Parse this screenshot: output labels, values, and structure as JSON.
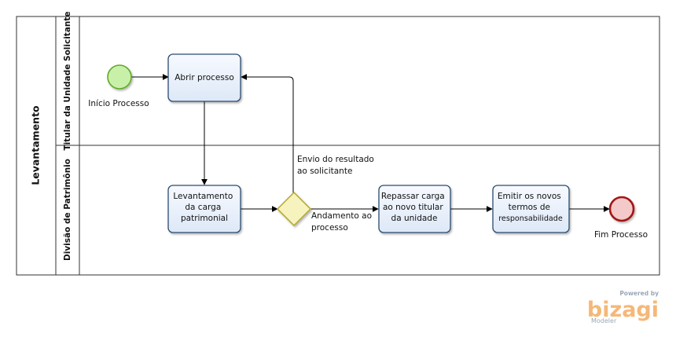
{
  "pool": {
    "label": "Levantamento"
  },
  "lanes": [
    {
      "label": "Titular da Unidade Solicitante"
    },
    {
      "label": "Divisão de Patrimônio"
    }
  ],
  "events": {
    "start": {
      "label": "Início Processo"
    },
    "end": {
      "label": "Fim Processo"
    }
  },
  "tasks": [
    {
      "lines": [
        "Abrir processo"
      ]
    },
    {
      "lines": [
        "Levantamento",
        "da carga",
        "patrimonial"
      ]
    },
    {
      "lines": [
        "Repassar carga",
        "ao novo titular",
        "da unidade"
      ]
    },
    {
      "lines": [
        "Emitir os novos",
        "termos de",
        "responsabilidade"
      ]
    }
  ],
  "gateway": {
    "flow_up": [
      "Envio do resultado",
      "ao solicitante"
    ],
    "flow_right": [
      "Andamento ao",
      "processo"
    ]
  },
  "watermark": {
    "powered_by": "Powered by",
    "brand": "bizagi",
    "product": "Modeler"
  },
  "colors": {
    "start_fill": "#c9f0a8",
    "start_stroke": "#5faa2a",
    "end_fill": "#f4c9c9",
    "end_stroke": "#a31515",
    "task_fill": "#eaf1fb",
    "task_stroke": "#2b4c6f",
    "gateway_fill": "#f6f3bf",
    "gateway_stroke": "#b7a72b",
    "brand": "#f2a14b"
  }
}
